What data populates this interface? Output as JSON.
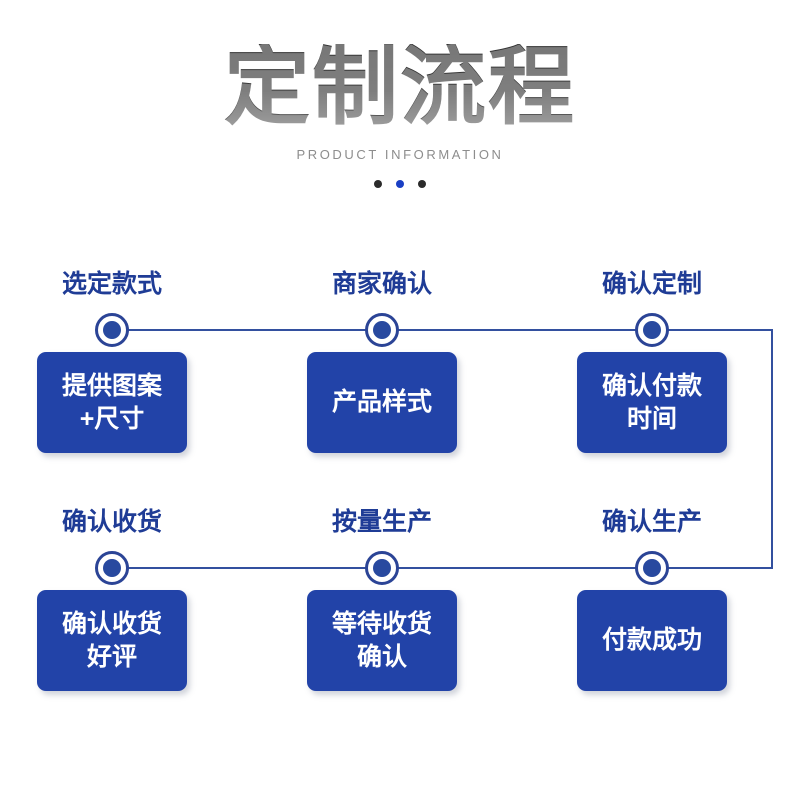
{
  "header": {
    "title": "定制流程",
    "subtitle": "PRODUCT INFORMATION",
    "dots": [
      "dark",
      "accent",
      "dark"
    ]
  },
  "colors": {
    "brand_blue": "#2243a8",
    "label_blue": "#1f3c96",
    "line_blue": "#33509f",
    "marker_ring": "#2b4496",
    "marker_fill": "#28499f",
    "title_gray": "#3b3b3b",
    "subtitle_gray": "#8d8d8d",
    "accent_dot": "#1a3fc4",
    "dark_dot": "#2b2b2b",
    "background": "#ffffff"
  },
  "flow": {
    "rows": [
      {
        "steps": [
          {
            "label": "选定款式",
            "box": "提供图案\n+尺寸"
          },
          {
            "label": "商家确认",
            "box": "产品样式"
          },
          {
            "label": "确认定制",
            "box": "确认付款\n时间"
          }
        ]
      },
      {
        "steps": [
          {
            "label": "确认收货",
            "box": "确认收货\n好评"
          },
          {
            "label": "按量生产",
            "box": "等待收货\n确认"
          },
          {
            "label": "确认生产",
            "box": "付款成功"
          }
        ]
      }
    ]
  }
}
